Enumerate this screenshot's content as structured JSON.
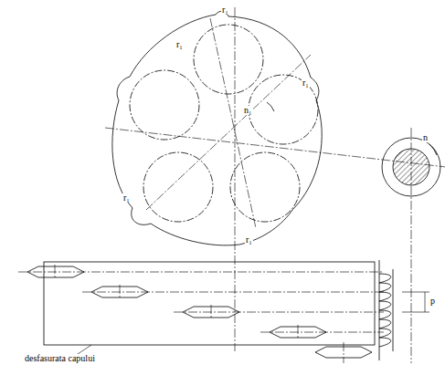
{
  "diagram": {
    "labels": [
      "r₁",
      "r₁",
      "r₁",
      "r₁",
      "r₁",
      "n₁",
      "n",
      "p",
      "desfasurata capului"
    ]
  }
}
